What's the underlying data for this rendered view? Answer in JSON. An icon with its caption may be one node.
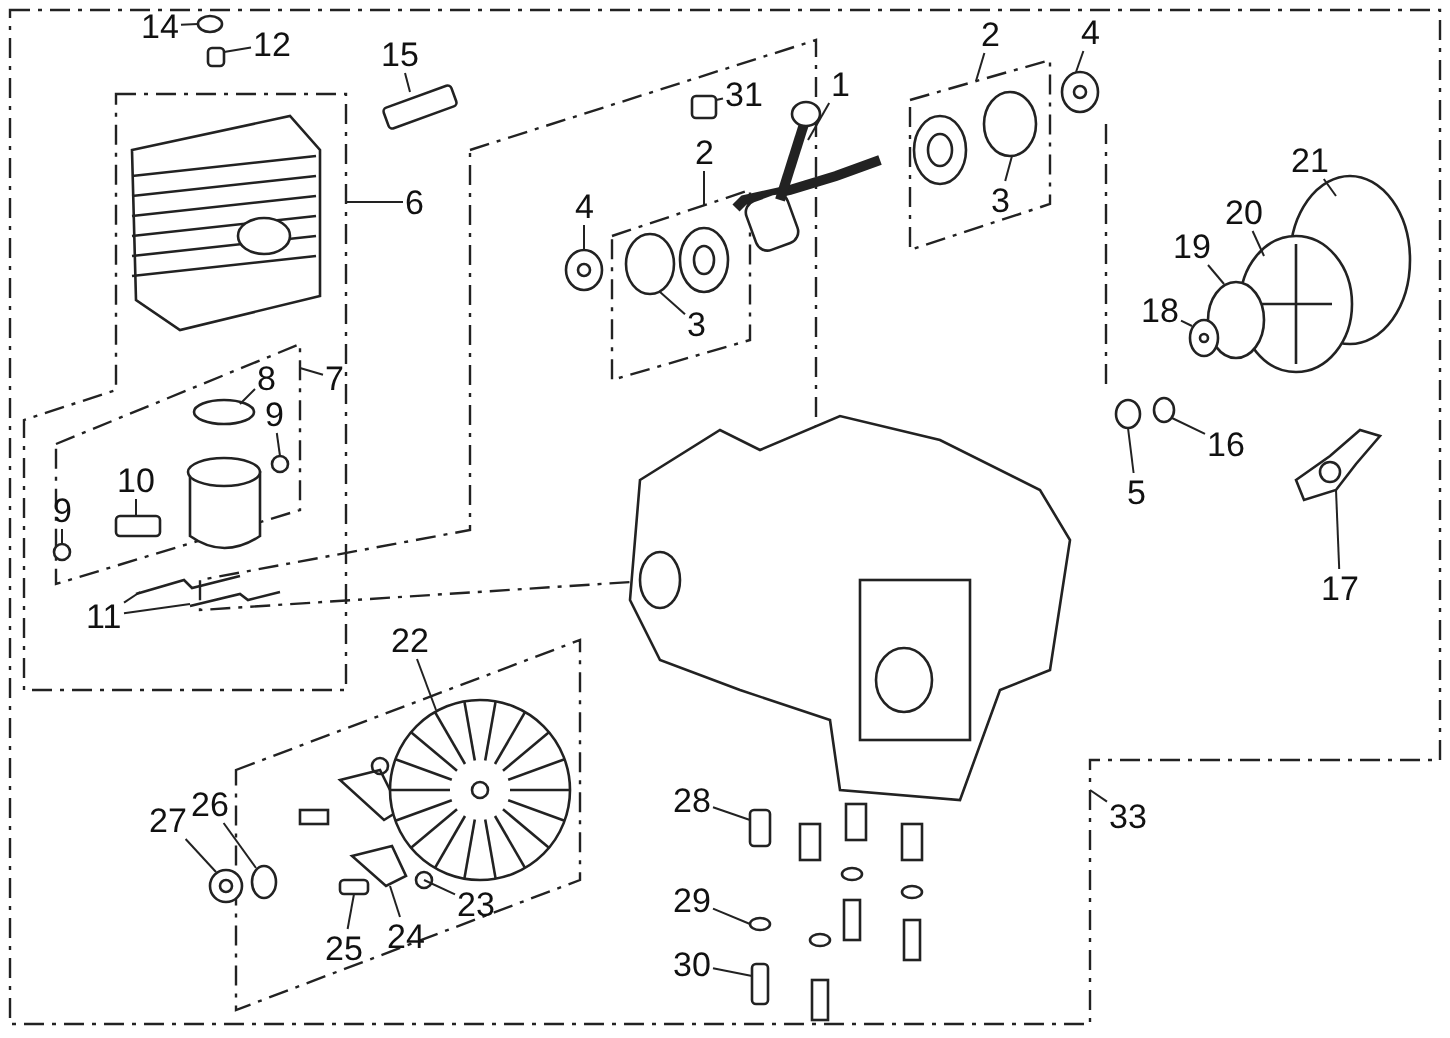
{
  "diagram": {
    "nodes": [
      {
        "text": [
          "14"
        ]
      },
      {
        "text": [
          "4"
        ]
      },
      {
        "text": [
          "2"
        ]
      },
      {
        "text": [
          "12"
        ]
      },
      {
        "text": [
          "15"
        ]
      },
      {
        "text": [
          "31"
        ]
      },
      {
        "text": [
          "1"
        ]
      },
      {
        "text": [
          "2"
        ]
      },
      {
        "text": [
          "21"
        ]
      },
      {
        "text": [
          "3"
        ]
      },
      {
        "text": [
          "6"
        ]
      },
      {
        "text": [
          "4"
        ]
      },
      {
        "text": [
          "20"
        ]
      },
      {
        "text": [
          "19"
        ]
      },
      {
        "text": [
          "18"
        ]
      },
      {
        "text": [
          "3"
        ]
      },
      {
        "text": [
          "8"
        ]
      },
      {
        "text": [
          "7"
        ]
      },
      {
        "text": [
          "9"
        ]
      },
      {
        "text": [
          "16"
        ]
      },
      {
        "text": [
          "10"
        ]
      },
      {
        "text": [
          "5"
        ]
      },
      {
        "text": [
          "9"
        ]
      },
      {
        "text": [
          "17"
        ]
      },
      {
        "text": [
          "11"
        ]
      },
      {
        "text": [
          "22"
        ]
      },
      {
        "text": [
          "26"
        ]
      },
      {
        "text": [
          "28"
        ]
      },
      {
        "text": [
          "33"
        ]
      },
      {
        "text": [
          "27"
        ]
      },
      {
        "text": [
          "29"
        ]
      },
      {
        "text": [
          "23"
        ]
      },
      {
        "text": [
          "24"
        ]
      },
      {
        "text": [
          "25"
        ]
      },
      {
        "text": [
          "30"
        ]
      },
      {
        "text": [],
        "shape": "circle"
      },
      {
        "text": [],
        "shape": "box"
      },
      {
        "text": [],
        "shape": "box"
      },
      {
        "text": [],
        "shape": "box"
      },
      {
        "text": [],
        "shape": "picture"
      },
      {
        "text": [],
        "shape": "picture"
      },
      {
        "text": [],
        "shape": "circle"
      },
      {
        "text": [],
        "shape": "circle"
      },
      {
        "text": [],
        "shape": "picture"
      },
      {
        "text": [],
        "shape": "picture"
      },
      {
        "text": [],
        "shape": "circle"
      },
      {
        "text": [],
        "shape": "picture"
      },
      {
        "text": [],
        "shape": "circle"
      },
      {
        "text": [],
        "shape": "circle"
      },
      {
        "text": [],
        "shape": "circle"
      },
      {
        "text": [],
        "shape": "circle"
      },
      {
        "text": [],
        "shape": "box"
      },
      {
        "text": [],
        "shape": "circle"
      },
      {
        "text": [],
        "shape": "circle"
      },
      {
        "text": [],
        "shape": "picture"
      },
      {
        "text": [],
        "shape": "picture"
      },
      {
        "text": [],
        "shape": "picture"
      },
      {
        "text": [],
        "shape": "circle"
      },
      {
        "text": [],
        "shape": "box"
      },
      {
        "text": [],
        "shape": "picture"
      },
      {
        "text": [],
        "shape": "circle"
      },
      {
        "text": [],
        "shape": "circle"
      },
      {
        "text": [],
        "shape": "picture"
      },
      {
        "text": [],
        "shape": "box"
      },
      {
        "text": [],
        "shape": "box"
      }
    ],
    "edges": [
      {
        "from": 0,
        "to": 35,
        "arrow": "none"
      },
      {
        "from": 1,
        "to": 39,
        "arrow": "none"
      },
      {
        "from": 2,
        "to": null,
        "arrow": "none"
      },
      {
        "from": 3,
        "to": 36,
        "arrow": "none"
      },
      {
        "from": 4,
        "to": 37,
        "arrow": "none"
      },
      {
        "from": 5,
        "to": 38,
        "arrow": "none"
      },
      {
        "from": 6,
        "to": 40,
        "arrow": "none"
      },
      {
        "from": 7,
        "to": null,
        "arrow": "none"
      },
      {
        "from": 8,
        "to": 42,
        "arrow": "none"
      },
      {
        "from": 9,
        "to": 41,
        "arrow": "none"
      },
      {
        "from": 10,
        "to": null,
        "arrow": "none"
      },
      {
        "from": 11,
        "to": 43,
        "arrow": "none"
      },
      {
        "from": 12,
        "to": 44,
        "arrow": "none"
      },
      {
        "from": 13,
        "to": 45,
        "arrow": "none"
      },
      {
        "from": 14,
        "to": 46,
        "arrow": "none"
      },
      {
        "from": 15,
        "to": 47,
        "arrow": "none"
      },
      {
        "from": 16,
        "to": 48,
        "arrow": "none"
      },
      {
        "from": 17,
        "to": null,
        "arrow": "none"
      },
      {
        "from": 18,
        "to": 49,
        "arrow": "none"
      },
      {
        "from": 19,
        "to": 50,
        "arrow": "none"
      },
      {
        "from": 20,
        "to": 51,
        "arrow": "none"
      },
      {
        "from": 21,
        "to": 52,
        "arrow": "none"
      },
      {
        "from": 22,
        "to": 53,
        "arrow": "none"
      },
      {
        "from": 23,
        "to": 54,
        "arrow": "none"
      },
      {
        "from": 24,
        "to": 55,
        "arrow": "none"
      },
      {
        "from": 24,
        "to": 55,
        "arrow": "none"
      },
      {
        "from": 25,
        "to": 56,
        "arrow": "none"
      },
      {
        "from": 26,
        "to": 57,
        "arrow": "none"
      },
      {
        "from": 27,
        "to": 58,
        "arrow": "none"
      },
      {
        "from": 28,
        "to": null,
        "arrow": "none"
      },
      {
        "from": 29,
        "to": 59,
        "arrow": "none"
      },
      {
        "from": 30,
        "to": 60,
        "arrow": "none"
      },
      {
        "from": 31,
        "to": 61,
        "arrow": "none"
      },
      {
        "from": 32,
        "to": 62,
        "arrow": "none"
      },
      {
        "from": 33,
        "to": 63,
        "arrow": "none"
      },
      {
        "from": 34,
        "to": 64,
        "arrow": "none"
      }
    ]
  }
}
